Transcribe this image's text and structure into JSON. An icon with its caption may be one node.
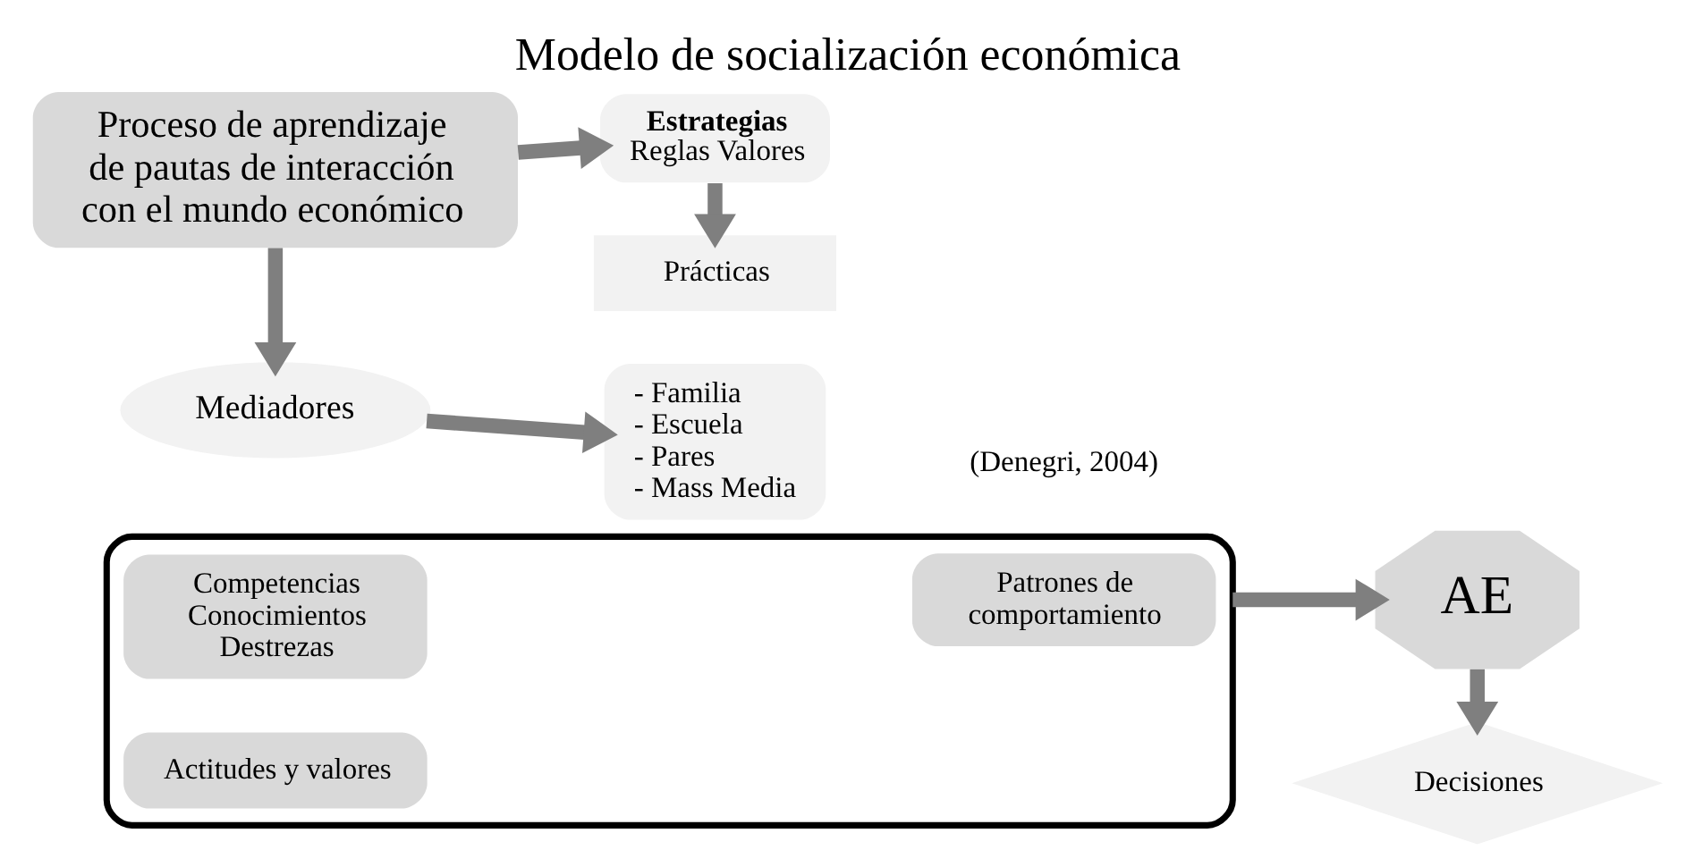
{
  "diagram": {
    "title": "Modelo de socialización económica",
    "nodes": [
      {
        "text": [
          "Proceso de aprendizaje de pautas de interacción con el mundo económico"
        ]
      },
      {
        "text": [
          "Estrategias",
          "Reglas Valores"
        ]
      },
      {
        "text": [
          "Prácticas"
        ]
      },
      {
        "text": [],
        "shape": "bracket"
      },
      {
        "text": [
          "Competencias Conocimientos Destrezas"
        ],
        "in": 3
      },
      {
        "text": [
          "Patrones de comportamiento"
        ],
        "in": 3
      },
      {
        "text": [
          "Actitudes y valores"
        ],
        "in": 3
      },
      {
        "text": [
          "AE"
        ]
      },
      {
        "text": [
          "Decisiones"
        ]
      },
      {
        "text": [
          "Mediadores"
        ]
      },
      {
        "text": [
          "- Familia",
          "- Escuela",
          "- Pares",
          "- Mass Media"
        ]
      }
    ],
    "edges": [
      {
        "from": 0,
        "to": 1,
        "arrow": "to"
      },
      {
        "from": 1,
        "to": 2,
        "arrow": "to"
      },
      {
        "from": 3,
        "to": 7,
        "arrow": "to"
      },
      {
        "from": 7,
        "to": 8,
        "arrow": "to"
      },
      {
        "from": 0,
        "to": 9,
        "arrow": "to"
      },
      {
        "from": 9,
        "to": 10,
        "arrow": "to"
      }
    ],
    "labels": [
      "(Denegri, 2004)"
    ]
  }
}
